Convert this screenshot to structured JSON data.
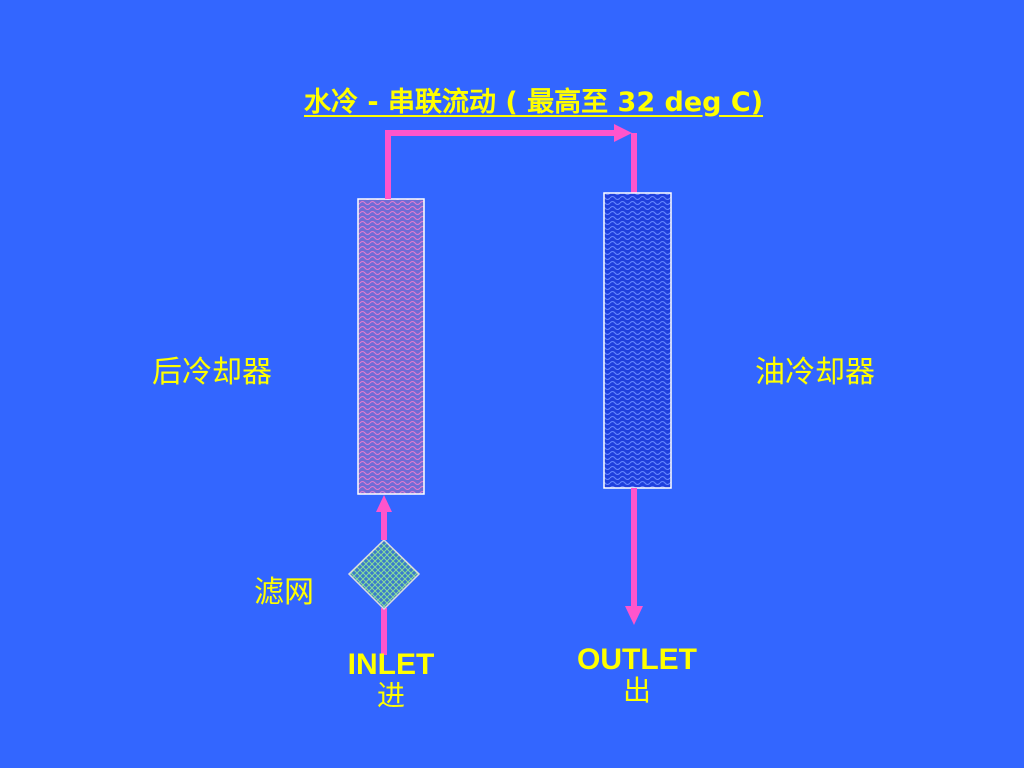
{
  "title": "水冷 - 串联流动 ( 最高至 32 deg C)",
  "aftercooler": {
    "label": "后冷却器"
  },
  "oil_cooler": {
    "label": "油冷却器"
  },
  "filter": {
    "label": "滤网"
  },
  "inlet": {
    "label_en": "INLET",
    "label_cn": "进"
  },
  "outlet": {
    "label_en": "OUTLET",
    "label_cn": "出"
  },
  "colors": {
    "background": "#3366ff",
    "text": "#ffff00",
    "pipe": "#ff55cc",
    "aftercooler_fill": "#7a5ab8",
    "oil_cooler_fill": "#1f3fdd",
    "filter_fill": "#66aa99"
  }
}
